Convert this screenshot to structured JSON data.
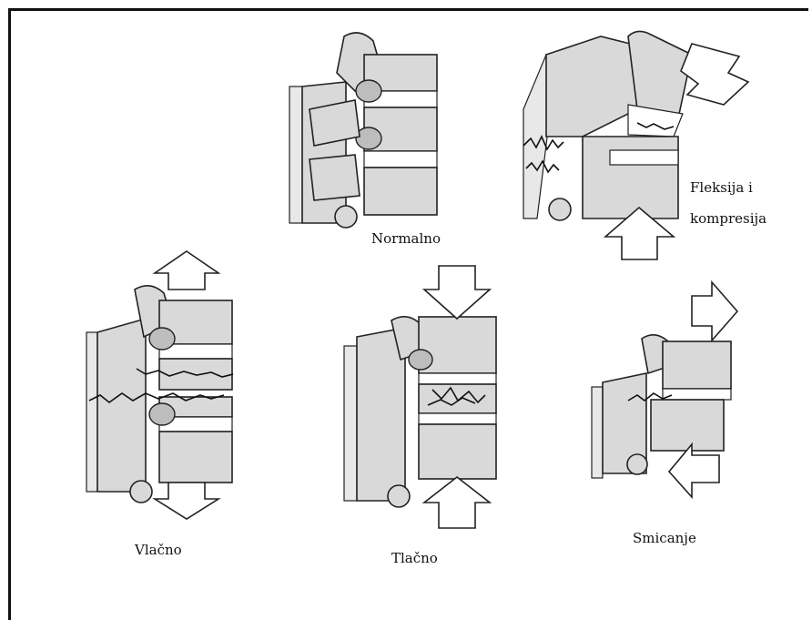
{
  "labels": {
    "normal": "Normalno",
    "flexion_line1": "Fleksija i",
    "flexion_line2": "kompresija",
    "tension": "Vlačno",
    "compression": "Tlačno",
    "shear": "Smicanje"
  }
}
